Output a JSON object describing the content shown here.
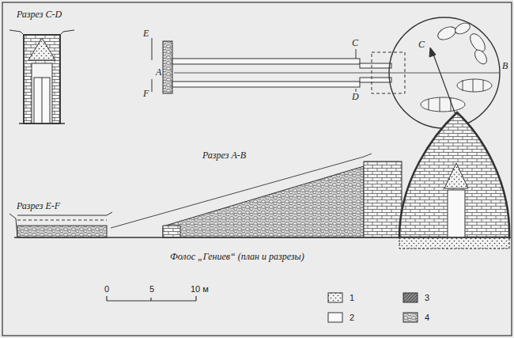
{
  "diagram": {
    "caption": "Фолос „Гениев“ (план и разрезы)",
    "labels": [
      "Разрез C-D",
      "E",
      "A",
      "F",
      "C",
      "D",
      "C",
      "B",
      "Разрез A-B",
      "Разрез E-F",
      "0",
      "5",
      "10 м"
    ],
    "legend": [
      {
        "text": "1"
      },
      {
        "text": "2"
      },
      {
        "text": "3"
      },
      {
        "text": "4"
      }
    ]
  }
}
